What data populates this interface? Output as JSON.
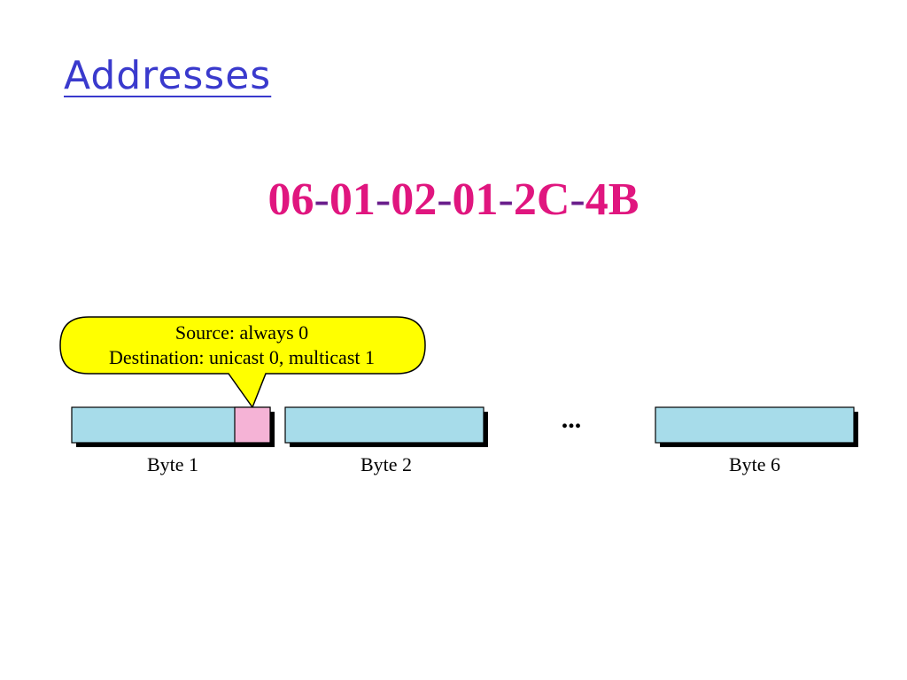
{
  "title": "Addresses",
  "address": {
    "groups": [
      "06",
      "01",
      "02",
      "01",
      "2C",
      "4B"
    ],
    "separator": "-"
  },
  "callout": {
    "line1": "Source: always 0",
    "line2": "Destination: unicast 0, multicast 1"
  },
  "bytes": [
    {
      "label": "Byte 1",
      "has_flag_bit": true
    },
    {
      "label": "Byte 2",
      "has_flag_bit": false
    },
    {
      "label": "Byte 6",
      "has_flag_bit": false
    }
  ],
  "ellipsis": "...",
  "colors": {
    "title": "#3a3acd",
    "address_group": "#e0167f",
    "address_separator": "#6a1e8c",
    "byte_fill": "#a7dcea",
    "flag_bit_fill": "#f5b3d6",
    "callout_fill": "#ffff00",
    "shadow": "#000000"
  }
}
